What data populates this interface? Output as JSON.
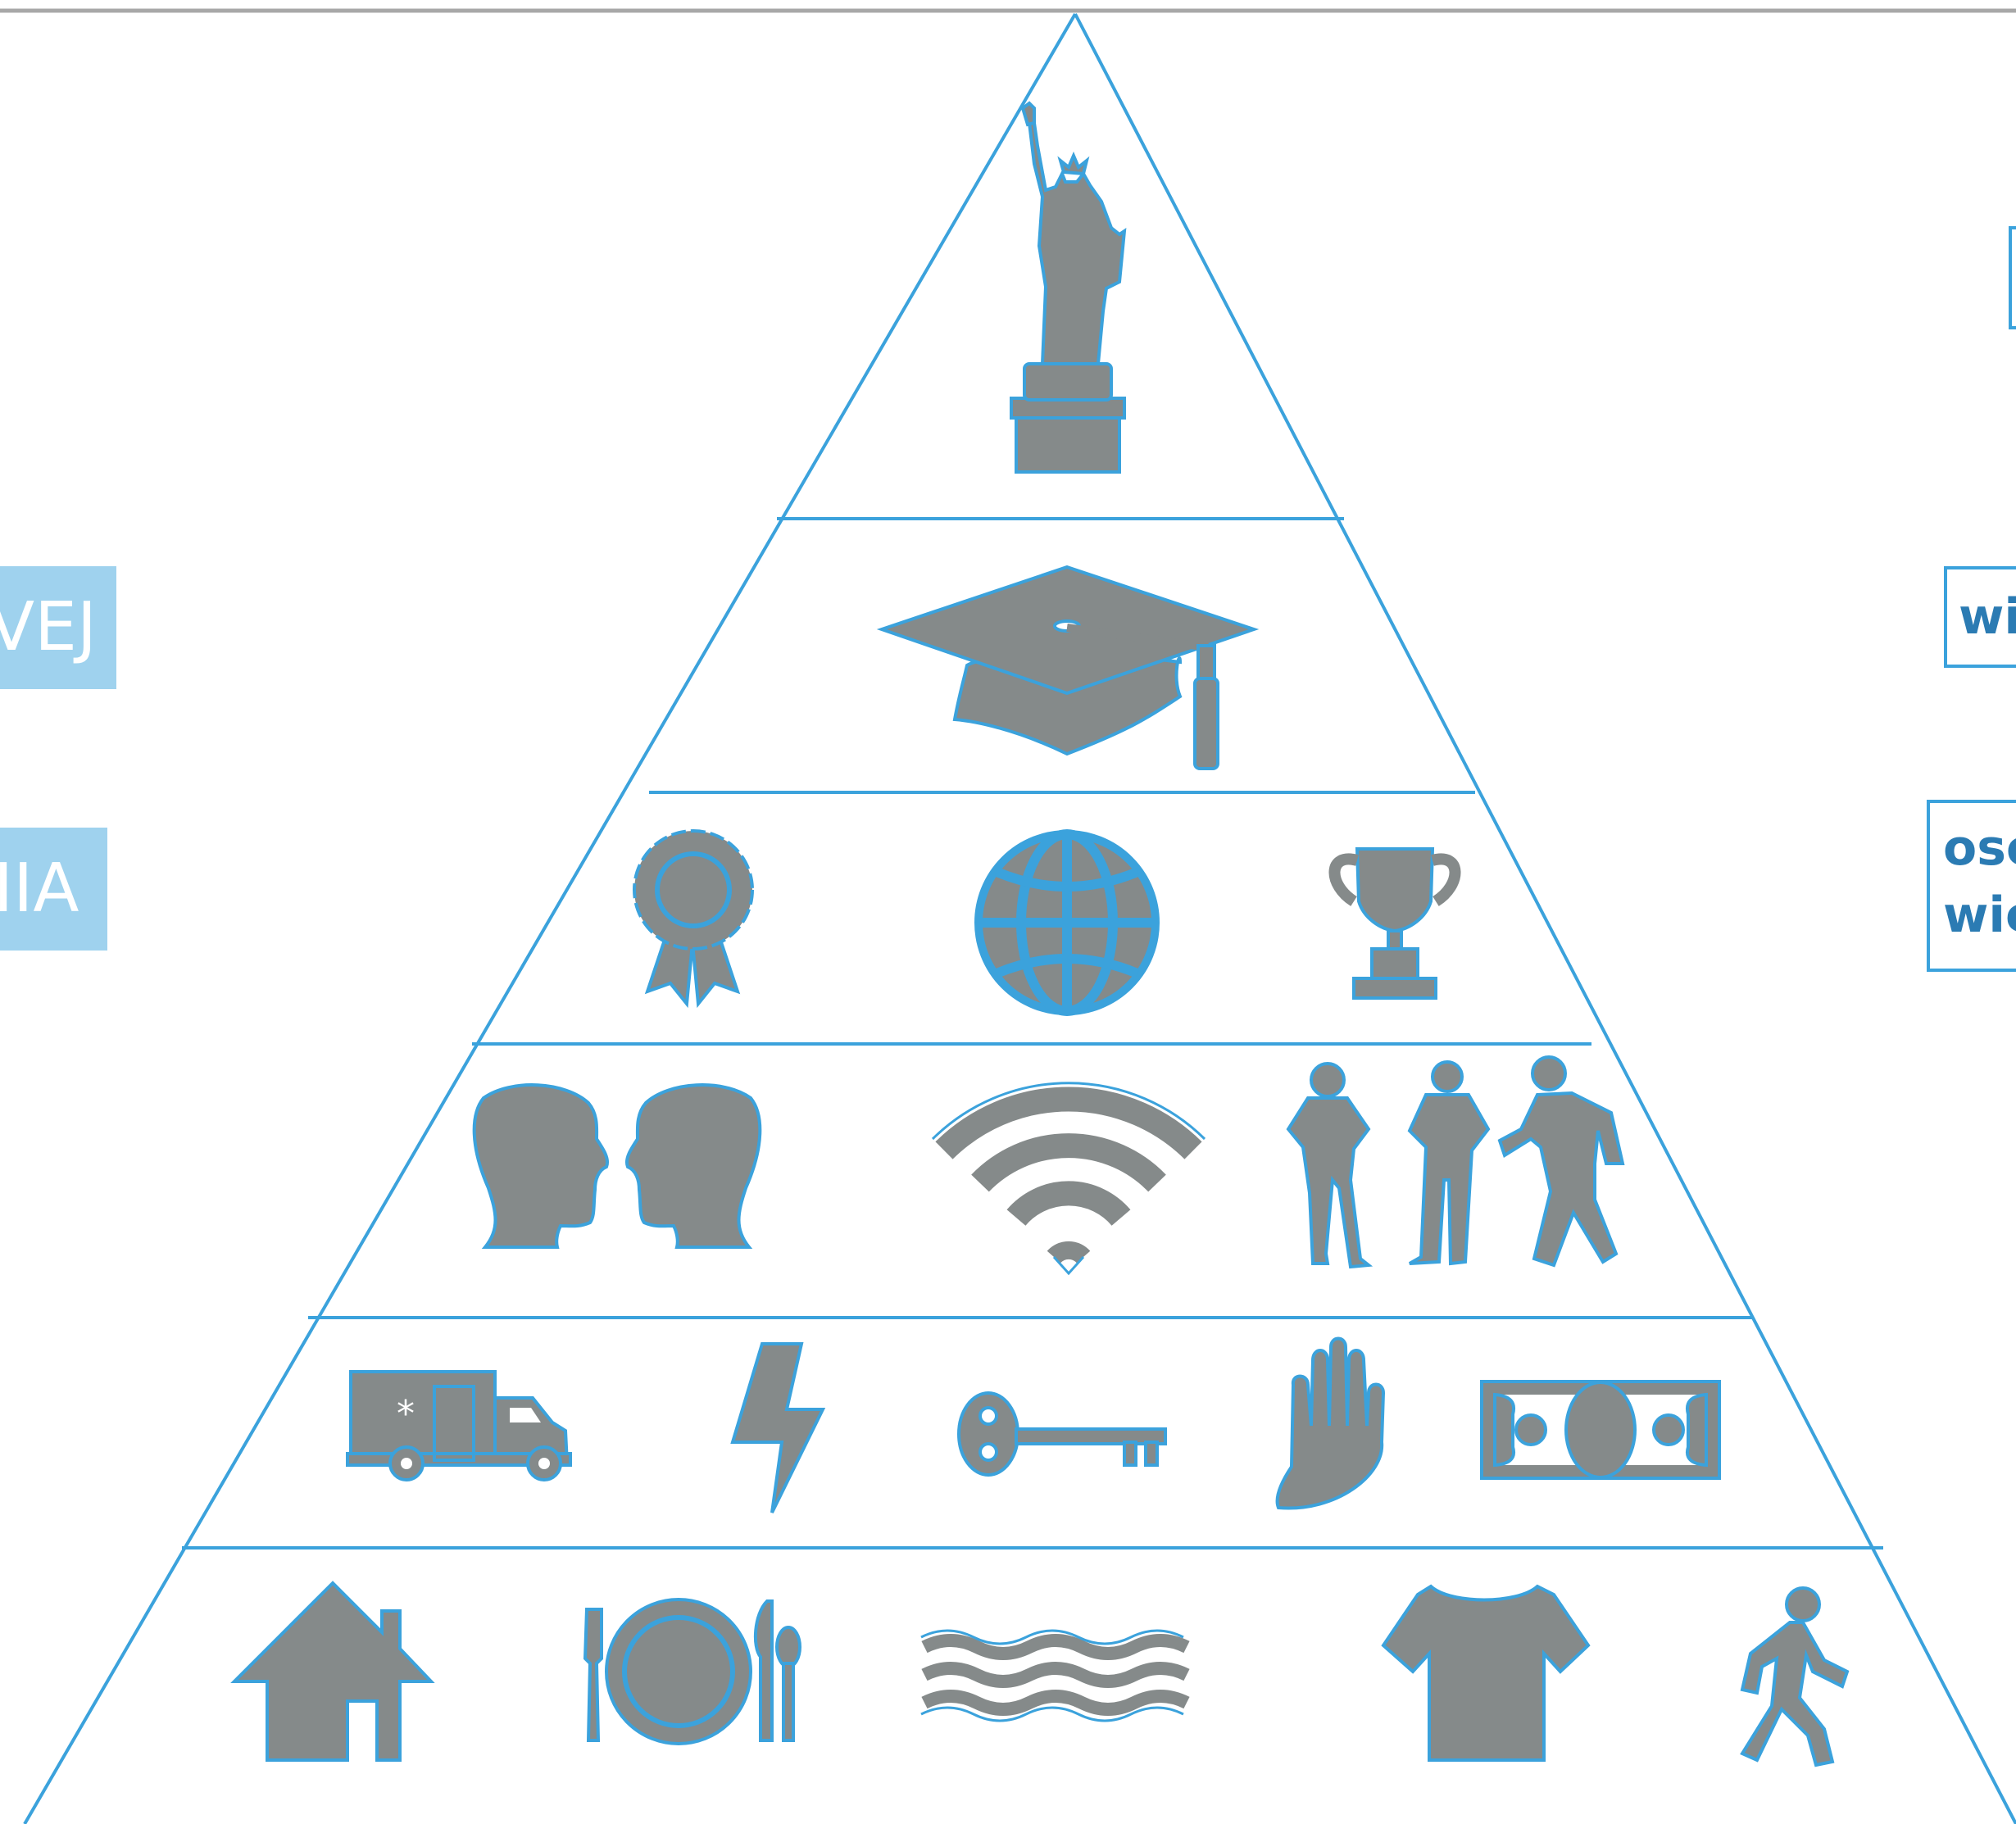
{
  "colors": {
    "line": "#3ba2dc",
    "icon_fill": "#858a8a",
    "left_label_bg": "#9fd2ee",
    "left_label_text": "#ffffff",
    "right_label_text": "#2b7bb3"
  },
  "left_labels": [
    {
      "text": "VEJ"
    },
    {
      "text": "IIA"
    }
  ],
  "right_labels": [
    {
      "lines": [
        ""
      ]
    },
    {
      "lines": [
        "wi"
      ]
    },
    {
      "lines": [
        "osc",
        "wię"
      ]
    }
  ],
  "pyramid": {
    "levels": [
      {
        "icons": [
          "statue-of-liberty-icon"
        ]
      },
      {
        "icons": [
          "graduation-cap-icon"
        ]
      },
      {
        "icons": [
          "award-ribbon-icon",
          "globe-icon",
          "trophy-icon"
        ]
      },
      {
        "icons": [
          "two-heads-icon",
          "wifi-icon",
          "people-group-icon"
        ]
      },
      {
        "icons": [
          "ambulance-icon",
          "lightning-icon",
          "key-icon",
          "hand-icon",
          "banknote-icon"
        ]
      },
      {
        "icons": [
          "house-icon",
          "plate-cutlery-icon",
          "water-waves-icon",
          "t-shirt-icon",
          "walking-person-icon"
        ]
      }
    ]
  }
}
